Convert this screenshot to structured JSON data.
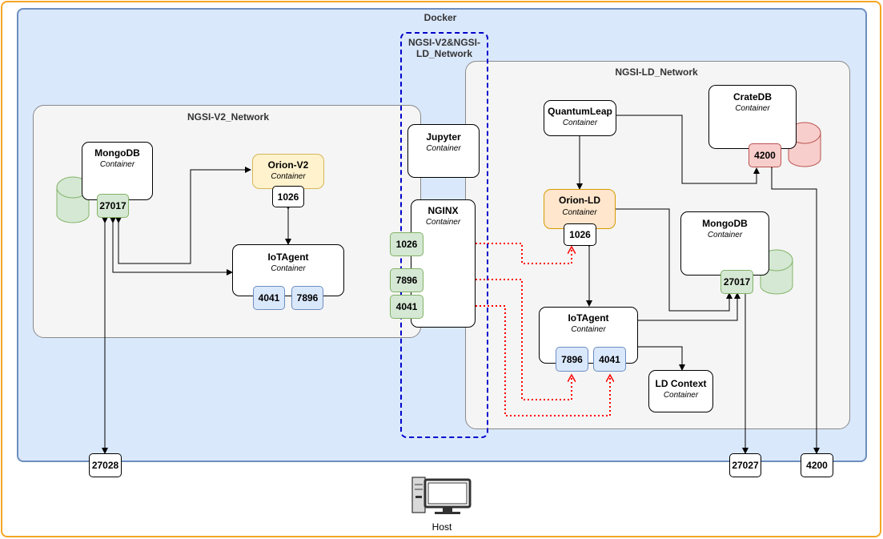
{
  "docker": {
    "label": "Docker"
  },
  "networks": {
    "v2": "NGSI-V2_Network",
    "ld": "NGSI-LD_Network",
    "shared": "NGSI-V2&NGSI-LD_Network"
  },
  "containers": {
    "mongodb_v2": {
      "title": "MongoDB",
      "sub": "Container",
      "port": "27017"
    },
    "orion_v2": {
      "title": "Orion-V2",
      "sub": "Container",
      "port": "1026"
    },
    "iotagent_v2": {
      "title": "IoTAgent",
      "sub": "Container",
      "ports": [
        "4041",
        "7896"
      ]
    },
    "jupyter": {
      "title": "Jupyter",
      "sub": "Container"
    },
    "nginx": {
      "title": "NGINX",
      "sub": "Container",
      "ports": [
        "1026",
        "7896",
        "4041"
      ]
    },
    "quantumleap": {
      "title": "QuantumLeap",
      "sub": "Container"
    },
    "cratedb": {
      "title": "CrateDB",
      "sub": "Container",
      "port": "4200"
    },
    "orion_ld": {
      "title": "Orion-LD",
      "sub": "Container",
      "port": "1026"
    },
    "mongodb_ld": {
      "title": "MongoDB",
      "sub": "Container",
      "port": "27017"
    },
    "iotagent_ld": {
      "title": "IoTAgent",
      "sub": "Container",
      "ports": [
        "7896",
        "4041"
      ]
    },
    "ldcontext": {
      "title": "LD Context",
      "sub": "Container"
    }
  },
  "host_ports": [
    "27028",
    "27027",
    "4200"
  ],
  "host": {
    "label": "Host",
    "icon": "computer-icon"
  },
  "colors": {
    "docker_fill": "#dae8fc",
    "outer_border": "#f5a623",
    "orion_fill": "#fff2cc",
    "orion_ld_fill": "#ffe6cc",
    "green_port": "#d5e8d4",
    "blue_port": "#dae8fc",
    "red_port": "#f8cecc",
    "proxy_link": "#ff0000",
    "shared_network_border": "#0000cc"
  }
}
